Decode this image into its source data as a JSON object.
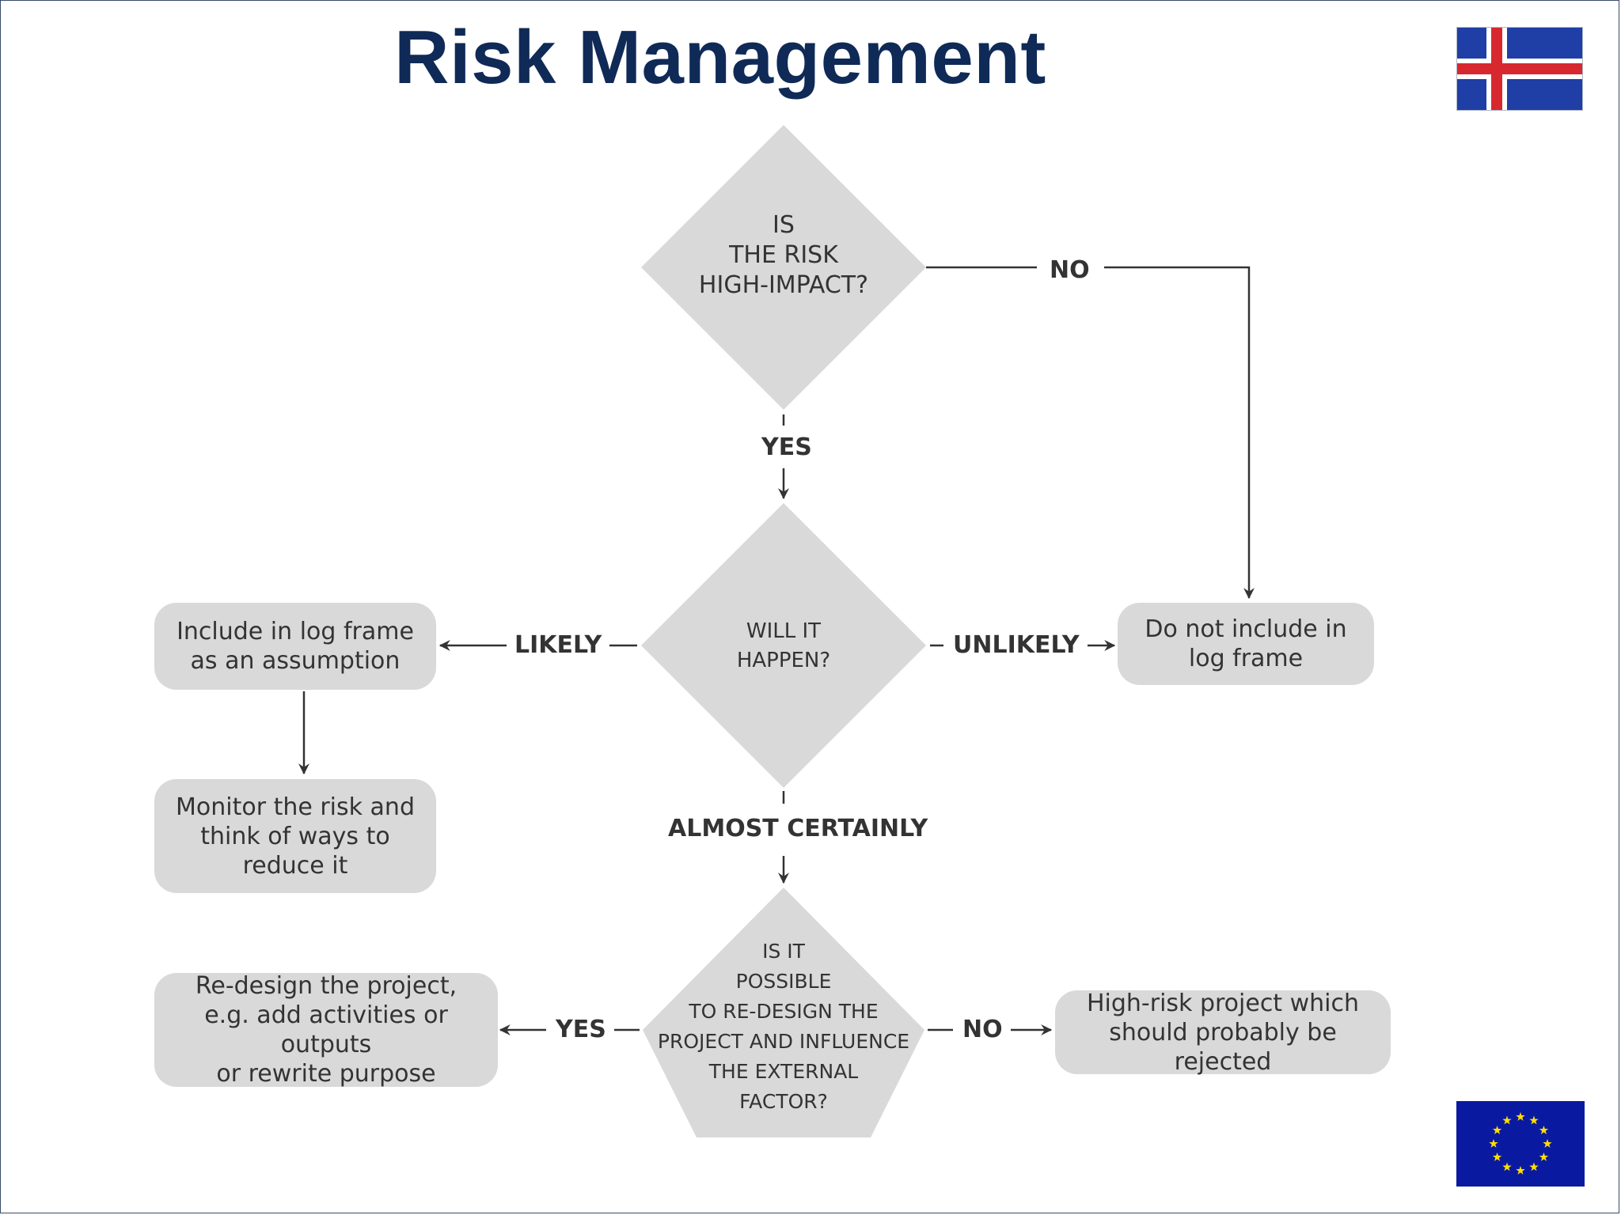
{
  "title": "Risk Management",
  "colors": {
    "title": "#0f2a57",
    "node_fill": "#d9d9d9",
    "text": "#333333",
    "iceland_blue": "#1f3fa6",
    "iceland_red": "#d7282f",
    "eu_blue": "#0a1aa0",
    "eu_star": "#ffdd00"
  },
  "flags": {
    "top_right": "iceland-flag",
    "bottom_right": "eu-flag"
  },
  "decisions": {
    "high_impact": "IS\nTHE RISK\nHIGH-IMPACT?",
    "will_happen": "WILL IT\nHAPPEN?",
    "redesign_possible": "IS IT\nPOSSIBLE\nTO RE-DESIGN THE\nPROJECT AND INFLUENCE\nTHE EXTERNAL\nFACTOR?"
  },
  "outcomes": {
    "include_assumption": "Include in log frame\nas an assumption",
    "monitor": "Monitor the risk and\nthink of ways to\nreduce it",
    "do_not_include": "Do not include in\nlog frame",
    "redesign": "Re-design the project,\ne.g. add activities or outputs\nor rewrite purpose",
    "reject": "High-risk project which\nshould probably be rejected"
  },
  "edge_labels": {
    "no_top": "NO",
    "yes_top": "YES",
    "likely": "LIKELY",
    "unlikely": "UNLIKELY",
    "almost_certainly": "ALMOST CERTAINLY",
    "yes_bottom": "YES",
    "no_bottom": "NO"
  }
}
